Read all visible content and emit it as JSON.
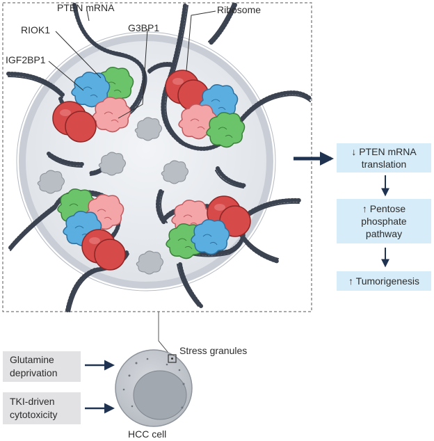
{
  "labels": {
    "pten_mrna": "PTEN mRNA",
    "ribosome": "Ribosome",
    "riok1": "RIOK1",
    "g3bp1": "G3BP1",
    "igf2bp1": "IGF2BP1",
    "stress_granules": "Stress granules",
    "hcc_cell": "HCC cell"
  },
  "outcomes": [
    {
      "line1": "↓ PTEN mRNA",
      "line2": "translation"
    },
    {
      "line1": "↑ Pentose",
      "line2": "phosphate",
      "line3": "pathway"
    },
    {
      "line1": "↑ Tumorigenesis"
    }
  ],
  "triggers": [
    {
      "line1": "Glutamine",
      "line2": "deprivation"
    },
    {
      "line1": "TKI-driven",
      "line2": "cytotoxicity"
    }
  ],
  "colors": {
    "ribosome": "#d64a4a",
    "riok1": "#6cc46a",
    "g3bp1": "#f3a5a8",
    "igf2bp1": "#5aaee0",
    "outcome_box": "#d6ecf8",
    "trigger_box": "#e2e2e4",
    "arrow": "#1f3350"
  },
  "icons": [
    "ribosome-icon",
    "riok1-protein-icon",
    "g3bp1-protein-icon",
    "igf2bp1-protein-icon",
    "protein-aggregate-icon",
    "hcc-cell-icon"
  ]
}
